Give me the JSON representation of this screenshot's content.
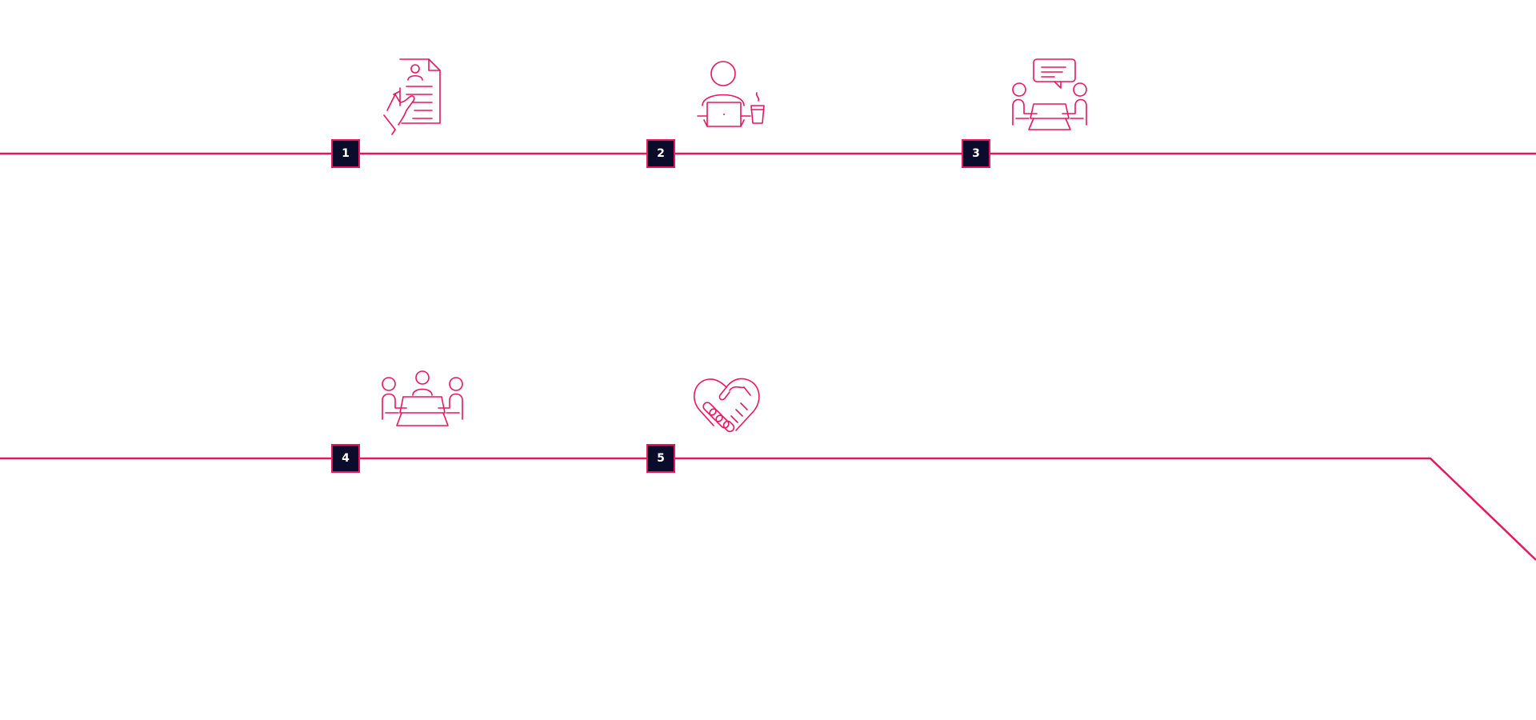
{
  "colors": {
    "accent": "#e8175d",
    "marker_fill": "#0b0b2b",
    "marker_text": "#ffffff",
    "background": "#ffffff"
  },
  "steps": [
    {
      "number": "1",
      "icon": "resume-document-hand-icon"
    },
    {
      "number": "2",
      "icon": "person-laptop-coffee-icon"
    },
    {
      "number": "3",
      "icon": "interview-conversation-icon"
    },
    {
      "number": "4",
      "icon": "group-meeting-table-icon"
    },
    {
      "number": "5",
      "icon": "handshake-heart-icon"
    }
  ]
}
